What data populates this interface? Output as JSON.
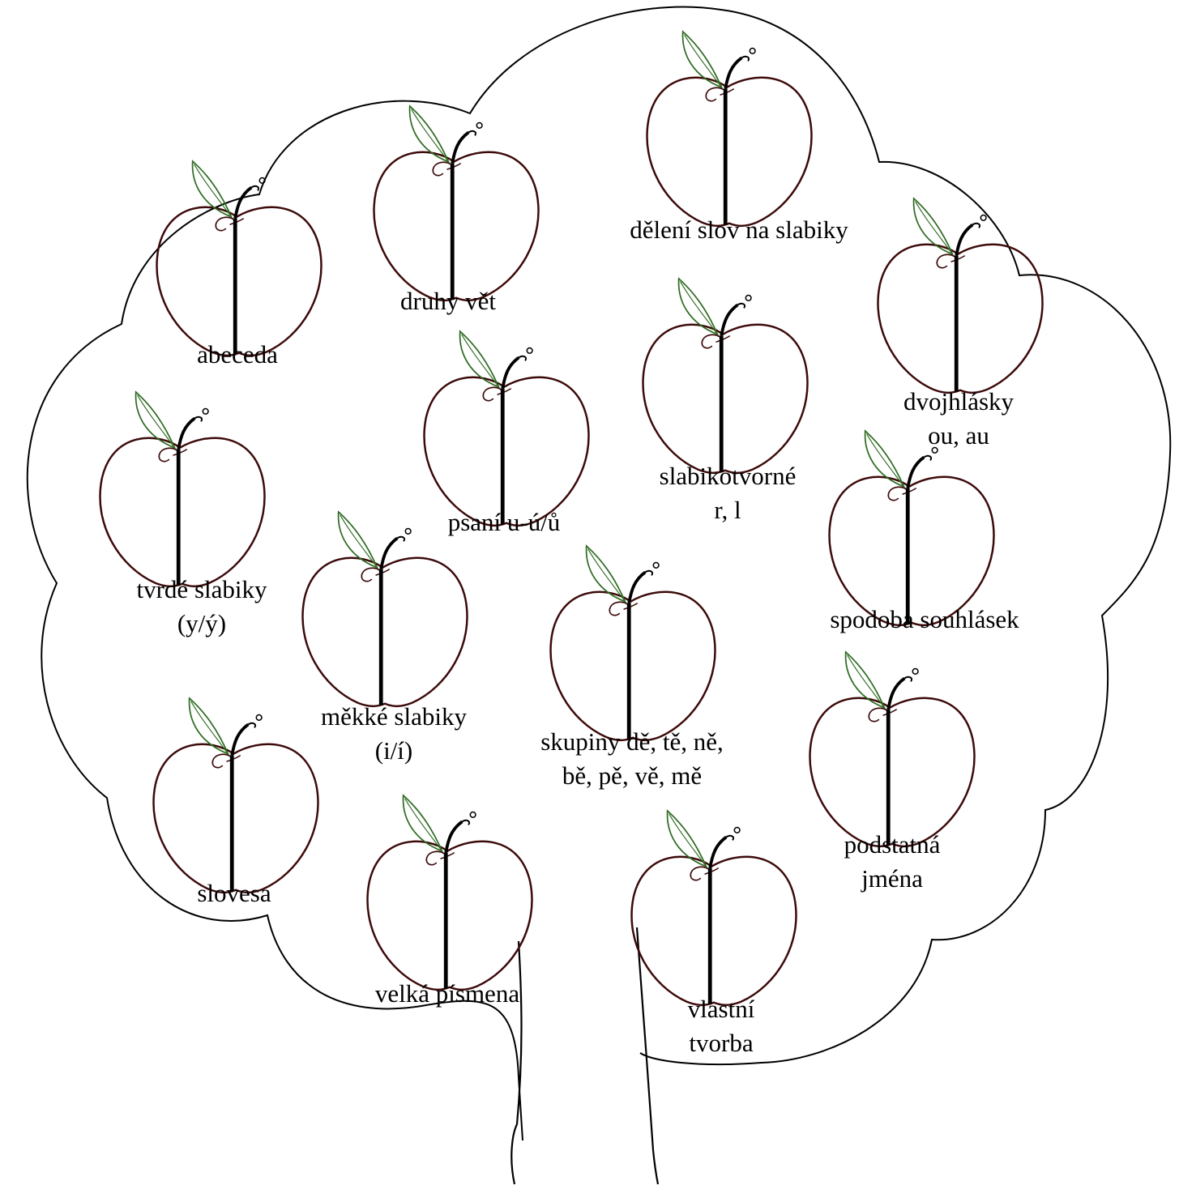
{
  "colors": {
    "apple_outline": "#3d0a0a",
    "stem": "#000000",
    "leaf": "#2e6b22",
    "tree_outline": "#000000",
    "background": "#ffffff"
  },
  "icon": "apple-icon",
  "apples": [
    {
      "id": "abeceda",
      "lines": [
        "abeceda"
      ]
    },
    {
      "id": "druhy-vet",
      "lines": [
        "druhy vět"
      ]
    },
    {
      "id": "deleni-slov",
      "lines": [
        "dělení slov na slabiky"
      ]
    },
    {
      "id": "dvojhlasky",
      "lines": [
        "dvojhlásky",
        "ou, au"
      ]
    },
    {
      "id": "slabikotvorne",
      "lines": [
        "slabikotvorné",
        "r, l"
      ]
    },
    {
      "id": "psani-u",
      "lines": [
        "psaní u-ú/ů"
      ]
    },
    {
      "id": "tvrde-slabiky",
      "lines": [
        "tvrdé slabiky",
        "(y/ý)"
      ]
    },
    {
      "id": "mekke-slabiky",
      "lines": [
        "měkké slabiky",
        "(i/í)"
      ]
    },
    {
      "id": "skupiny",
      "lines": [
        "skupiny dě, tě, ně,",
        "bě, pě, vě, mě"
      ]
    },
    {
      "id": "spodoba",
      "lines": [
        "spodoba souhlásek"
      ]
    },
    {
      "id": "slovesa",
      "lines": [
        "slovesa"
      ]
    },
    {
      "id": "velka-pismena",
      "lines": [
        "velká písmena"
      ]
    },
    {
      "id": "vlastni-tvorba",
      "lines": [
        "vlastní",
        "tvorba"
      ]
    },
    {
      "id": "podstatna-jmena",
      "lines": [
        "podstatná",
        "jména"
      ]
    }
  ]
}
